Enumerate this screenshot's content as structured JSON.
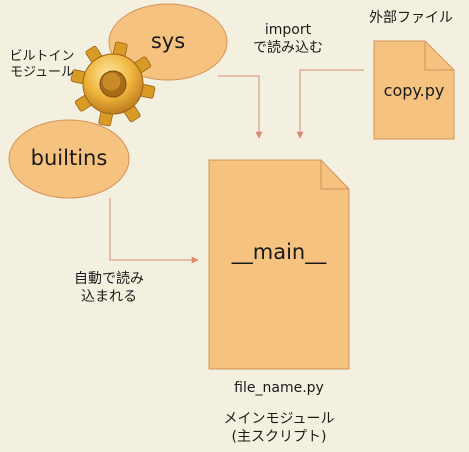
{
  "nodes": {
    "sys": "sys",
    "builtins": "builtins",
    "copy_file": "copy.py",
    "main_file": "__main__"
  },
  "labels": {
    "builtin_module_line1": "ビルトイン",
    "builtin_module_line2": "モジュール",
    "import_line1": "import",
    "import_line2": "で読み込む",
    "external_file": "外部ファイル",
    "auto_load_line1": "自動で読み",
    "auto_load_line2": "込まれる",
    "main_filename": "file_name.py",
    "main_module_line1": "メインモジュール",
    "main_module_line2": "(主スクリプト)"
  },
  "colors": {
    "background": "#f4f0df",
    "node_fill": "#f5c280",
    "node_stroke": "#d4935a",
    "arrow": "#d98a70",
    "gear": "#e9a62a"
  },
  "icons": {
    "gear": "gear-icon"
  }
}
